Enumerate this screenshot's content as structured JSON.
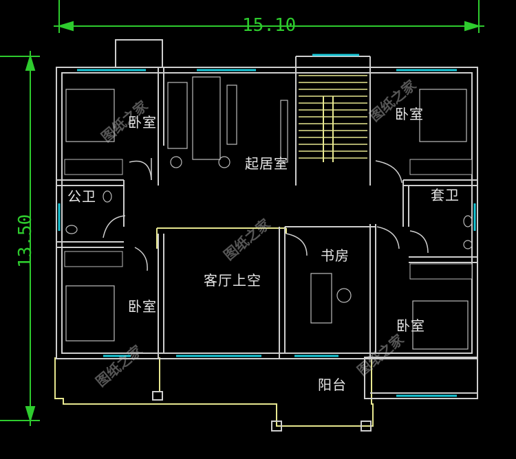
{
  "dimensions": {
    "width_label": "15.10",
    "height_label": "13.50"
  },
  "rooms": {
    "bedroom_top_left": "卧室",
    "living_room": "起居室",
    "bedroom_top_right": "卧室",
    "public_bath": "公卫",
    "suite_bath": "套卫",
    "study": "书房",
    "hall_void": "客厅上空",
    "bedroom_bottom_left": "卧室",
    "bedroom_bottom_right": "卧室",
    "balcony": "阳台"
  },
  "watermark": "图纸之家",
  "colors": {
    "background": "#000000",
    "wall": "#cfcfcf",
    "window": "#18c8d8",
    "dimension": "#2ecc2e",
    "railing": "#e8e890"
  }
}
